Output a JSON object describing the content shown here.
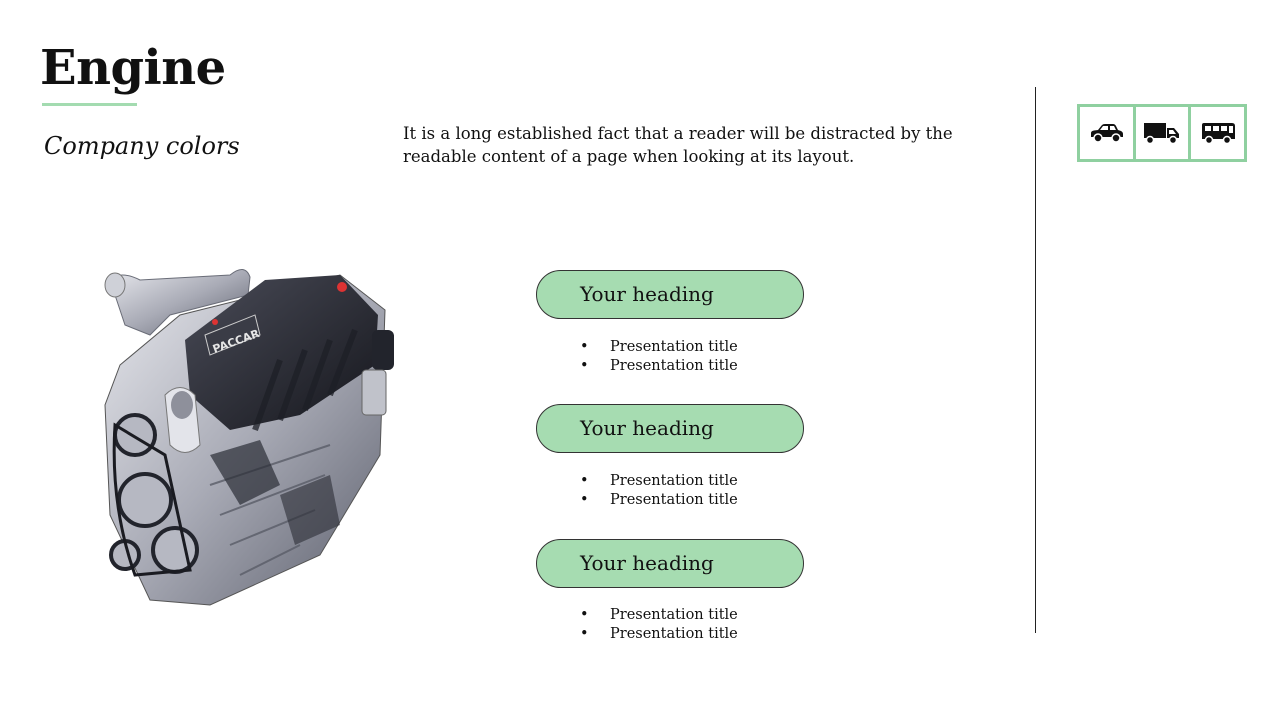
{
  "slide": {
    "title": "Engine",
    "subtitle": "Company colors",
    "intro": "It is a long established fact that a reader will be distracted by the readable content of a page when looking at its layout."
  },
  "icons": [
    "car-icon",
    "truck-icon",
    "bus-icon"
  ],
  "engine_image": {
    "brand_label": "PACCAR"
  },
  "items": [
    {
      "heading": "Your heading",
      "bullets": [
        "Presentation title",
        "Presentation title"
      ]
    },
    {
      "heading": "Your heading",
      "bullets": [
        "Presentation title",
        "Presentation title"
      ]
    },
    {
      "heading": "Your heading",
      "bullets": [
        "Presentation title",
        "Presentation title"
      ]
    }
  ],
  "colors": {
    "accent_green": "#a6dcb1",
    "border_green": "#8fd0a0",
    "text": "#111111"
  }
}
